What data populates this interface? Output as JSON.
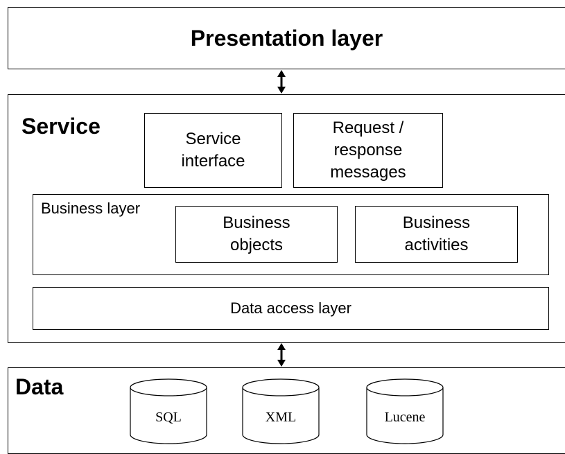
{
  "presentation": {
    "title": "Presentation layer"
  },
  "service": {
    "title": "Service",
    "service_interface": "Service\ninterface",
    "request_response": "Request /\nresponse\nmessages",
    "business_layer": {
      "label": "Business layer",
      "objects": "Business\nobjects",
      "activities": "Business\nactivities"
    },
    "data_access": "Data access layer"
  },
  "data": {
    "title": "Data",
    "stores": [
      "SQL",
      "XML",
      "Lucene"
    ]
  }
}
